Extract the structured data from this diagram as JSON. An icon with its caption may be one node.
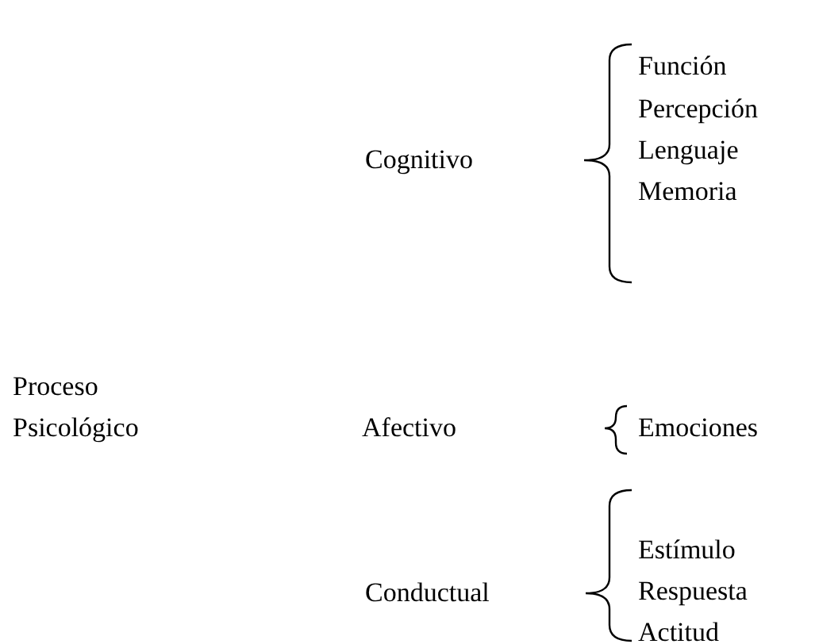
{
  "diagram": {
    "labels": [
      "Proceso Psicológico",
      "Cognitivo",
      "Función",
      "Percepción",
      "Lenguaje",
      "Memoria",
      "Afectivo",
      "Emociones",
      "Conductual",
      "Estímulo",
      "Respuesta",
      "Actitud"
    ]
  }
}
